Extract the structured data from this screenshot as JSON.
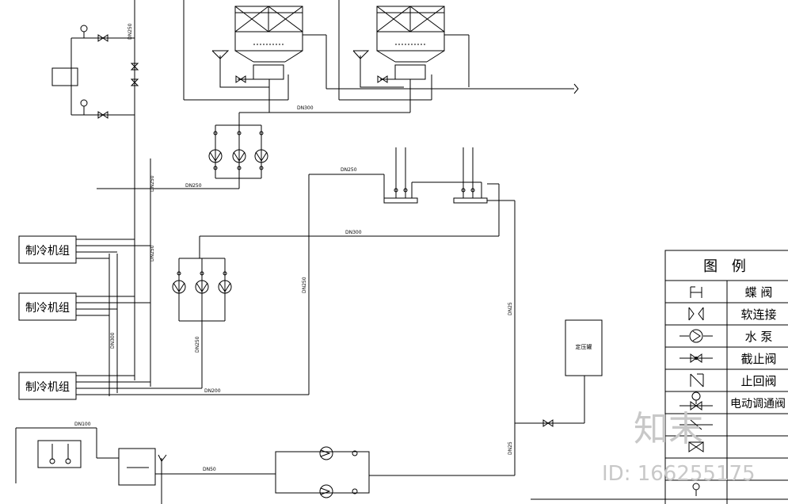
{
  "chiller_units": [
    "制冷机组",
    "制冷机组",
    "制冷机组"
  ],
  "pipe_labels": {
    "dn250_a": "DN250",
    "dn250_b": "DN250",
    "dn250_c": "DN250",
    "dn250_d": "DN250",
    "dn250_e": "DN250",
    "dn250_f": "DN250",
    "dn300_a": "DN300",
    "dn300_b": "DN300",
    "dn200": "DN200",
    "dn25_a": "DN25",
    "dn25_b": "DN25",
    "dn50": "DN50",
    "dn100": "DN100",
    "dn250_v": "DN250",
    "dn300_top": "DN300"
  },
  "tank_label": "定压罐",
  "legend": {
    "title": "图 例",
    "items": [
      {
        "icon": "butterfly-valve-icon",
        "name": "蝶 阀"
      },
      {
        "icon": "flexible-joint-icon",
        "name": "软连接"
      },
      {
        "icon": "water-pump-icon",
        "name": "水 泵"
      },
      {
        "icon": "stop-valve-icon",
        "name": "截止阀"
      },
      {
        "icon": "check-valve-icon",
        "name": "止回阀"
      },
      {
        "icon": "electric-valve-icon",
        "name": "电动调通阀"
      },
      {
        "icon": "strainer-icon",
        "name": ""
      },
      {
        "icon": "relief-valve-icon",
        "name": ""
      },
      {
        "icon": "gauge-icon",
        "name": ""
      }
    ]
  },
  "watermark": {
    "brand": "知末",
    "id_text": "ID: 166255175"
  },
  "colors": {
    "line": "#000000",
    "watermark": "#c8c8c8"
  }
}
